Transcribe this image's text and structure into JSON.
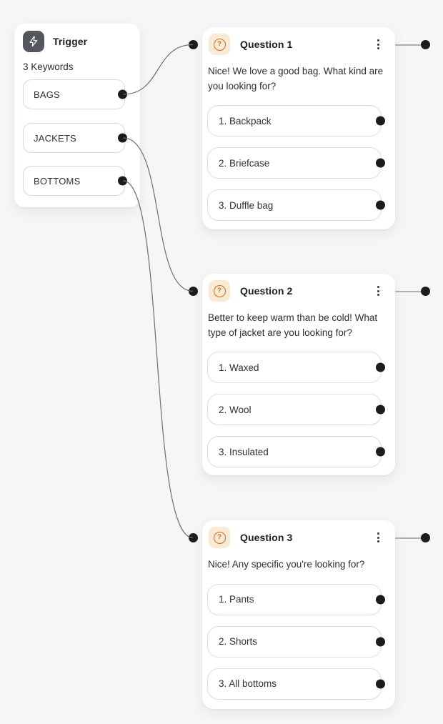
{
  "canvas": {
    "background": "#f5f6f8"
  },
  "trigger_node": {
    "title": "Trigger",
    "keyword_count_label": "3 Keywords",
    "keywords": [
      "BAGS",
      "JACKETS",
      "BOTTOMS"
    ]
  },
  "question_nodes": [
    {
      "title": "Question 1",
      "question": "Nice! We love a good bag. What kind are you looking for?",
      "options": [
        "1. Backpack",
        "2. Briefcase",
        "3. Duffle bag"
      ]
    },
    {
      "title": "Question 2",
      "question": "Better to keep warm than be cold! What type of jacket are you looking for?",
      "options": [
        "1. Waxed",
        "2. Wool",
        "3. Insulated"
      ]
    },
    {
      "title": "Question 3",
      "question": "Nice! Any specific you're looking for?",
      "options": [
        "1. Pants",
        "2. Shorts",
        "3. All bottoms"
      ]
    }
  ],
  "icons": {
    "trigger": "lightning-bolt-icon",
    "question": "?",
    "menu": "kebab-vertical-icon"
  },
  "colors": {
    "accent_orange": "#d06a20",
    "question_icon_bg": "#f9ead5",
    "trigger_icon_bg": "#54575d",
    "port_dot": "#1c1c1e",
    "edge_line": "#6e6f72",
    "straight_connector": "#afafb3"
  }
}
